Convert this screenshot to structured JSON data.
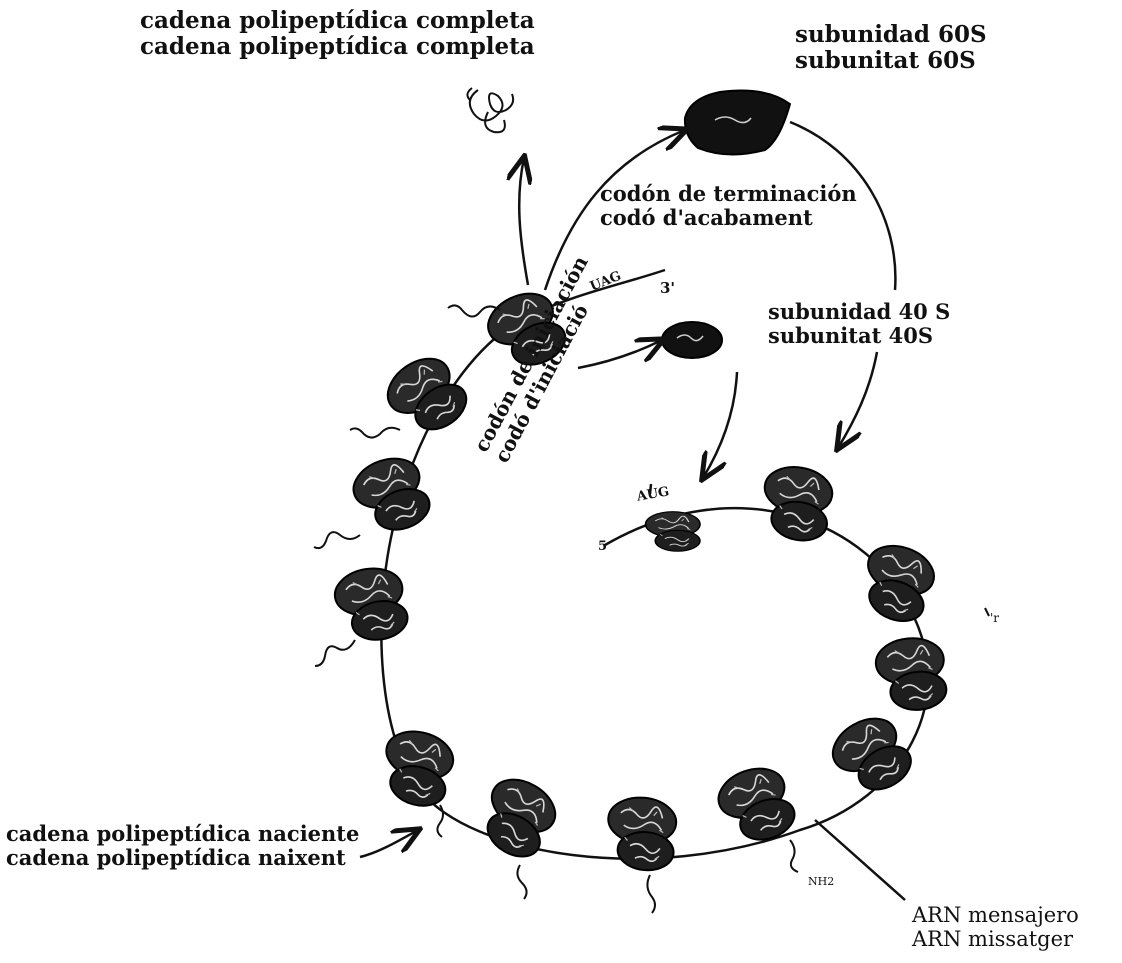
{
  "labels": {
    "complete_chain": [
      "cadena polipeptídica  completa",
      "cadena polipeptídica completa"
    ],
    "subunit_60s": [
      "subunidad 60S",
      "subunitat 60S"
    ],
    "termination_codon": [
      "codón de terminación",
      "codó d'acabament"
    ],
    "subunit_40s": [
      "subunidad 40 S",
      "subunitat 40S"
    ],
    "initiation_codon": [
      "codón de iniciación",
      "codó d'iniciació"
    ],
    "nascent_chain": [
      "cadena polipeptídica naciente",
      "cadena polipeptídica naixent"
    ],
    "mrna": [
      "ARN mensajero",
      "ARN missatger"
    ]
  },
  "markers": {
    "stop_codon": "UAG",
    "three_prime": "3'",
    "start_codon": "AUG",
    "five_prime": "5",
    "amino_end": "NH2",
    "stray_mark": "'r"
  },
  "colors": {
    "ink": "#111111",
    "paper": "#ffffff"
  },
  "icons": [
    "ribosome-icon",
    "ribosome-60s-icon",
    "ribosome-40s-icon",
    "folded-protein-icon",
    "polypeptide-tail-icon"
  ]
}
